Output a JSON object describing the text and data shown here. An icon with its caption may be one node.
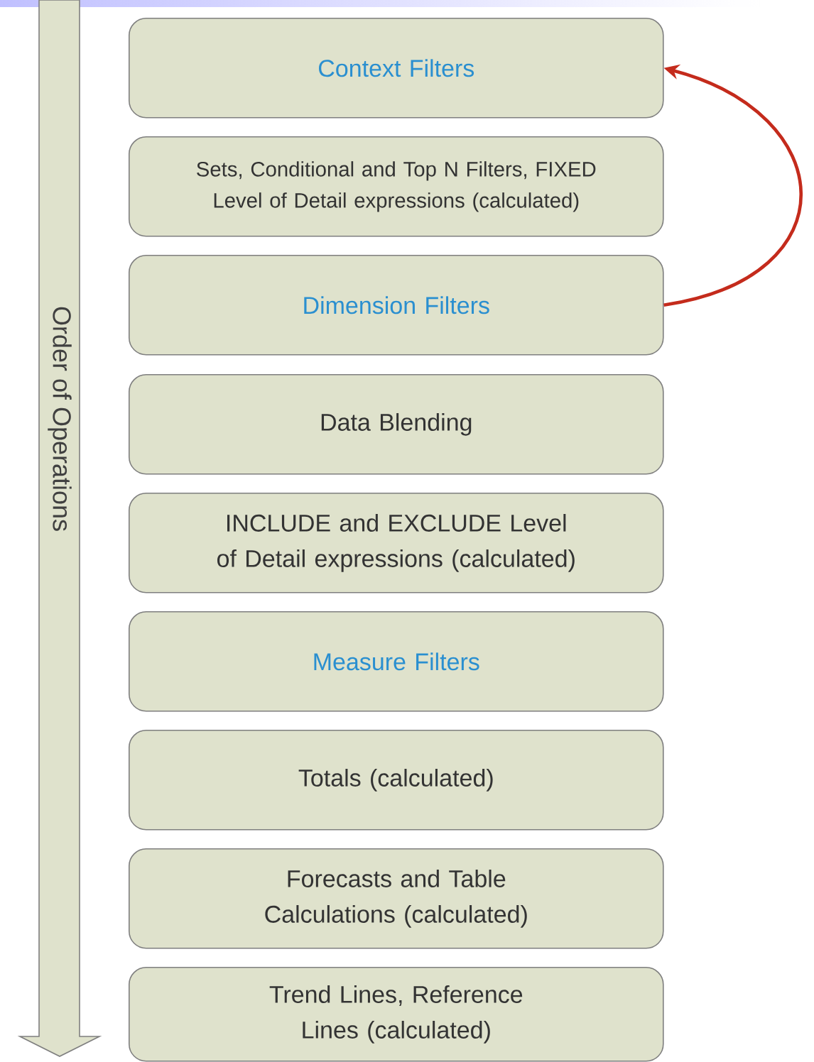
{
  "diagram": {
    "nodes": [
      {
        "text": [
          "Context Filters"
        ]
      },
      {
        "text": [
          "Sets, Conditional and Top N Filters, FIXED Level of Detail expressions (calculated)"
        ]
      },
      {
        "text": [
          "Dimension Filters"
        ]
      },
      {
        "text": [
          "Data Blending"
        ]
      },
      {
        "text": [
          "INCLUDE and EXCLUDE Level of Detail expressions (calculated)"
        ]
      },
      {
        "text": [
          "Measure Filters"
        ]
      },
      {
        "text": [
          "Totals (calculated)"
        ]
      },
      {
        "text": [
          "Forecasts and Table Calculations (calculated)"
        ]
      },
      {
        "text": [
          "Trend Lines, Reference Lines (calculated)"
        ]
      }
    ],
    "edges": [
      {
        "from": 2,
        "to": 0,
        "arrow": "to",
        "color": "#c42b1c"
      }
    ],
    "labels": [
      "Order of Operations"
    ]
  }
}
